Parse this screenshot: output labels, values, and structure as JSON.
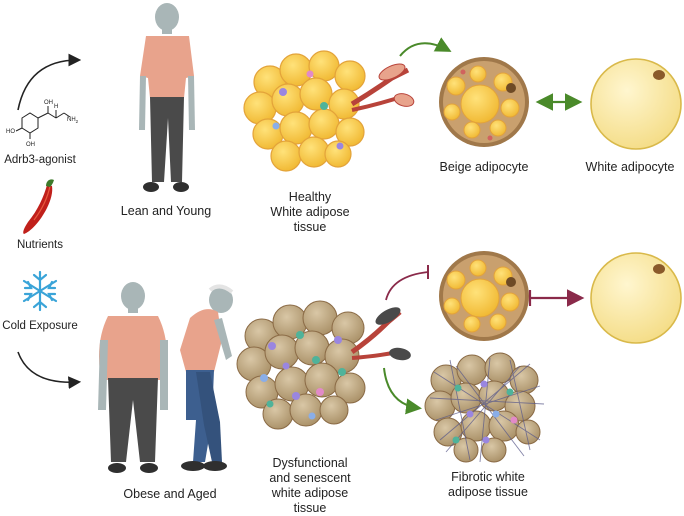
{
  "stimuli": {
    "agonist": "Adrb3-agonist",
    "nutrients": "Nutrients",
    "cold": "Cold Exposure"
  },
  "chem": {
    "oh_top": "OH",
    "h": "H",
    "nh2": "NH",
    "ho": "HO",
    "oh_bottom": "OH"
  },
  "people": {
    "healthy": "Lean and Young",
    "unhealthy": "Obese and Aged"
  },
  "tissues": {
    "healthy_lines": [
      "Healthy",
      "White adipose",
      "tissue"
    ],
    "dysfunctional_lines": [
      "Dysfunctional",
      "and senescent",
      "white adipose",
      "tissue"
    ],
    "fibrotic_lines": [
      "Fibrotic white",
      "adipose tissue"
    ]
  },
  "cells": {
    "beige": "Beige adipocyte",
    "white": "White adipocyte"
  },
  "colors": {
    "skin": "#a9b6b7",
    "shirt": "#e8a38c",
    "pants": "#4a4a4a",
    "jeans": "#3d5f8f",
    "fat_yellow": "#f6c94a",
    "beige_brown": "#a0784a",
    "white_cell": "#fbeaa6",
    "dysfunctional_fat": "#b9a27f",
    "arrow_green": "#4a8a2a",
    "arrow_maroon": "#8a2a4a",
    "chili_red": "#c0201b",
    "snowflake_blue": "#3aa4d8"
  }
}
